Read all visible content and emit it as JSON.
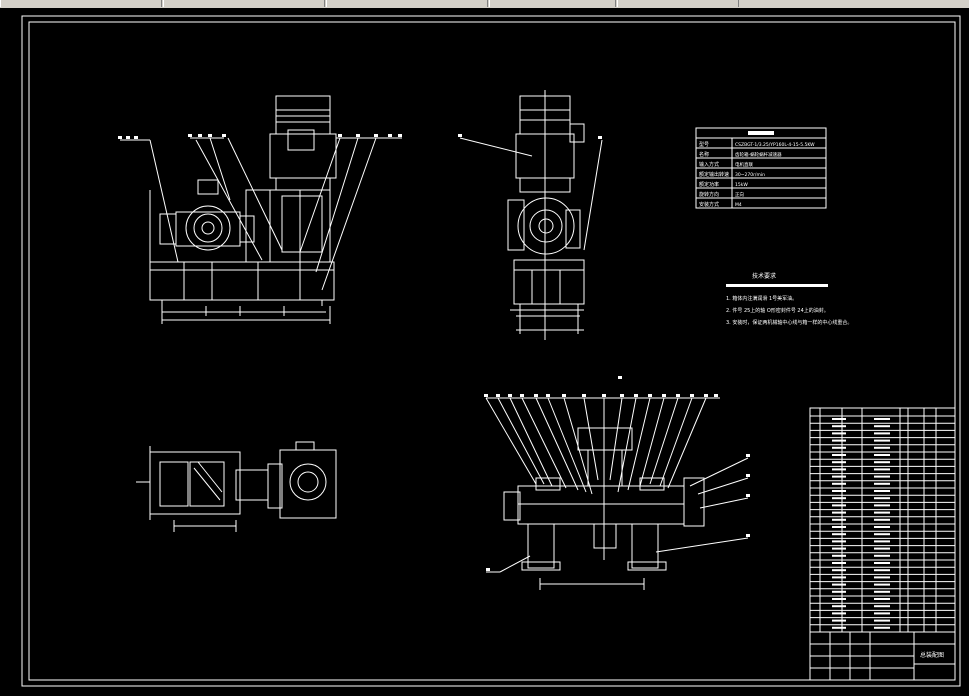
{
  "colors": {
    "background": "#000000",
    "line": "#ffffff",
    "toolbar": "#d4d0c8"
  },
  "spec_table": {
    "rows": [
      {
        "label": "型号",
        "value": "CSZBGT-1/3.25/YP160L-4-15-5.5KW"
      },
      {
        "label": "名称",
        "value": "齿轮箱-蜗轮蜗杆减速器"
      },
      {
        "label": "输入方式",
        "value": "电机直联"
      },
      {
        "label": "额定输出转速",
        "value": "30~270r/min"
      },
      {
        "label": "额定功率",
        "value": "15kW"
      },
      {
        "label": "旋转方向",
        "value": "正向"
      },
      {
        "label": "安装方式",
        "value": "M4"
      }
    ]
  },
  "tech_requirements": {
    "title": "技术要求",
    "items": [
      "1. 箱体内注满润滑  1号美军油。",
      "2. 件号 25上的轴 O形密封件号 24上的油封。",
      "3. 安装时，保证两机械轴中心线与箱一样的中心线重合。"
    ]
  },
  "title_block": {
    "drawing_name": "总装配图"
  }
}
